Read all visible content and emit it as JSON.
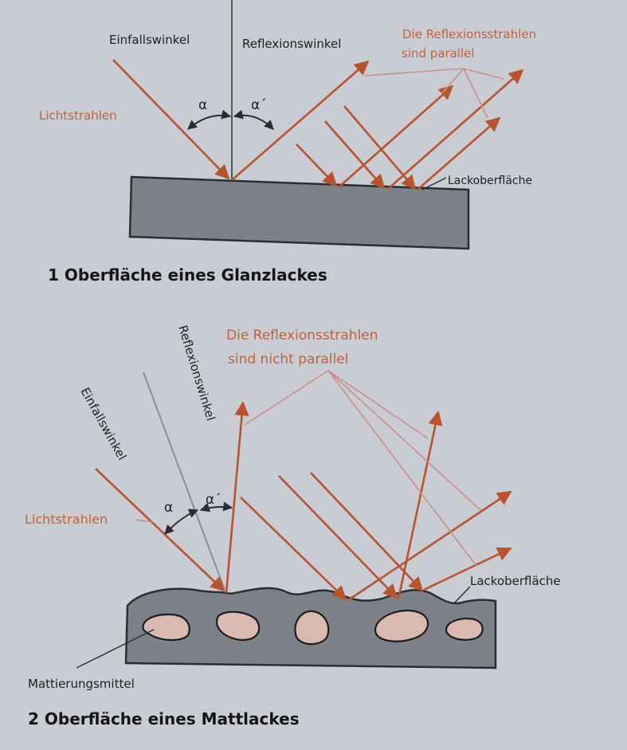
{
  "figure1": {
    "caption": "1 Oberfläche eines Glanzlackes",
    "label_einfallswinkel": "Einfallswinkel",
    "label_reflexionswinkel": "Reflexionswinkel",
    "label_reflexionsstrahlen_line1": "Die Reflexionsstrahlen",
    "label_reflexionsstrahlen_line2": "sind parallel",
    "label_lichtstrahlen": "Lichtstrahlen",
    "label_alpha": "α",
    "label_alpha_prime": "α´",
    "label_lackoberflaeche": "Lackoberfläche"
  },
  "figure2": {
    "caption": "2 Oberfläche eines Mattlackes",
    "label_einfallswinkel": "Einfallswinkel",
    "label_reflexionswinkel": "Reflexionswinkel",
    "label_reflexionsstrahlen_line1": "Die Reflexionsstrahlen",
    "label_reflexionsstrahlen_line2": "sind nicht parallel",
    "label_lichtstrahlen": "Lichtstrahlen",
    "label_alpha": "α",
    "label_alpha_prime": "α´",
    "label_lackoberflaeche": "Lackoberfläche",
    "label_mattierungsmittel": "Mattierungsmittel"
  },
  "colors": {
    "page": "#c9ccd3",
    "ray": "#b8532f",
    "label_orange": "#c0623d",
    "surface": "#7f8189",
    "particle": "#d9b9b0",
    "text": "#1d1f24"
  }
}
